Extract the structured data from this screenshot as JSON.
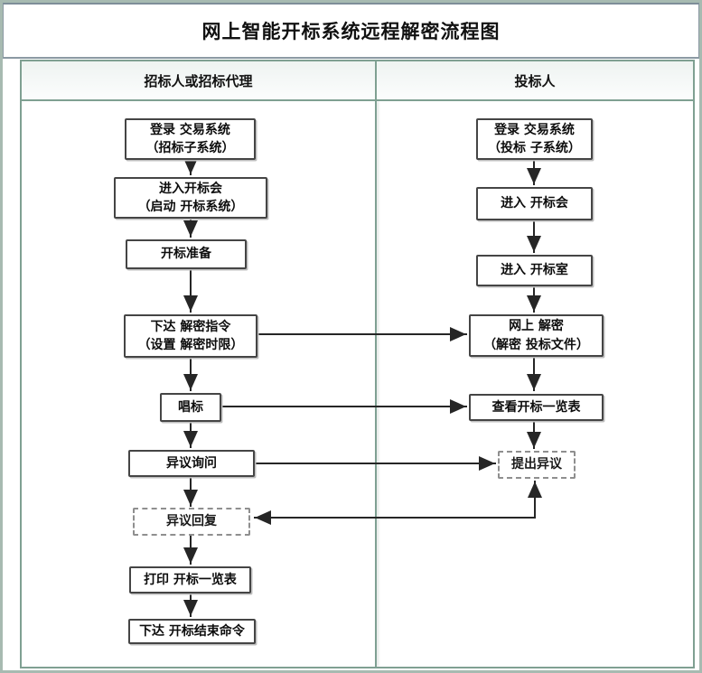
{
  "title": "网上智能开标系统远程解密流程图",
  "columns": {
    "left": "招标人或招标代理",
    "right": "投标人"
  },
  "flowchart": {
    "left": [
      {
        "label": "登录 交易系统\n（招标子系统）"
      },
      {
        "label": "进入开标会\n（启动 开标系统）"
      },
      {
        "label": "开标准备"
      },
      {
        "label": "下达 解密指令\n（设置 解密时限）"
      },
      {
        "label": "唱标"
      },
      {
        "label": "异议询问"
      },
      {
        "label": "异议回复"
      },
      {
        "label": "打印 开标一览表"
      },
      {
        "label": "下达 开标结束命令"
      }
    ],
    "right": [
      {
        "label": "登录 交易系统\n（投标 子系统）"
      },
      {
        "label": "进入 开标会"
      },
      {
        "label": "进入 开标室"
      },
      {
        "label": "网上 解密\n（解密 投标文件）"
      },
      {
        "label": "查看开标一览表"
      },
      {
        "label": "提出异议"
      }
    ]
  },
  "colors": {
    "outer_border": "#a7bab1",
    "title_border": "#8b99a3",
    "table_border": "#7fa092",
    "node_border": "#454545",
    "dashed_border": "#8f8f8f",
    "arrow": "#262626"
  }
}
